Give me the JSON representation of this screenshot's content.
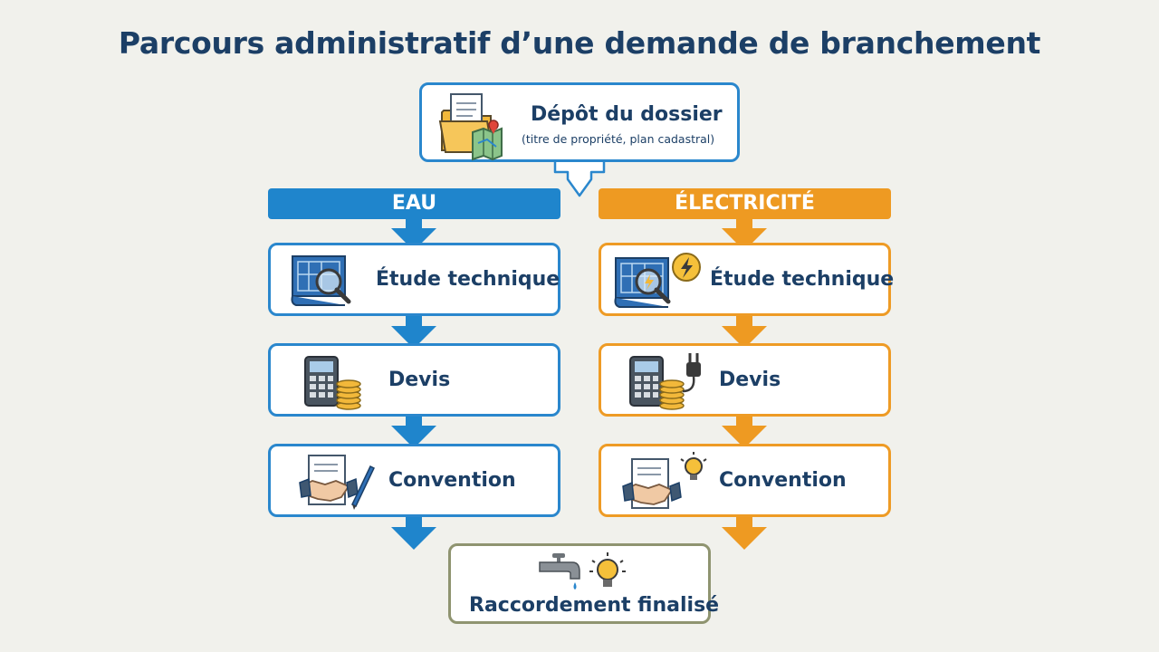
{
  "title": "Parcours administratif d’une demande de branchement",
  "depot": {
    "title": "Dépôt du dossier",
    "subtitle": "(titre de propriété, plan cadastral)",
    "icon": "folder-map-icon"
  },
  "branches": {
    "eau": {
      "header": "EAU",
      "color": "#1f85cc",
      "steps": [
        {
          "label": "Étude technique",
          "icon": "blueprint-magnifier-icon"
        },
        {
          "label": "Devis",
          "icon": "calculator-coins-icon"
        },
        {
          "label": "Convention",
          "icon": "handshake-contract-pen-icon"
        }
      ]
    },
    "electricite": {
      "header": "ÉLECTRICITÉ",
      "color": "#ee9a22",
      "steps": [
        {
          "label": "Étude technique",
          "icon": "blueprint-lightning-icon"
        },
        {
          "label": "Devis",
          "icon": "calculator-plug-icon"
        },
        {
          "label": "Convention",
          "icon": "handshake-bulb-icon"
        }
      ]
    }
  },
  "final": {
    "label": "Raccordement finalisé",
    "icons": [
      "faucet-icon",
      "lightbulb-icon"
    ]
  }
}
